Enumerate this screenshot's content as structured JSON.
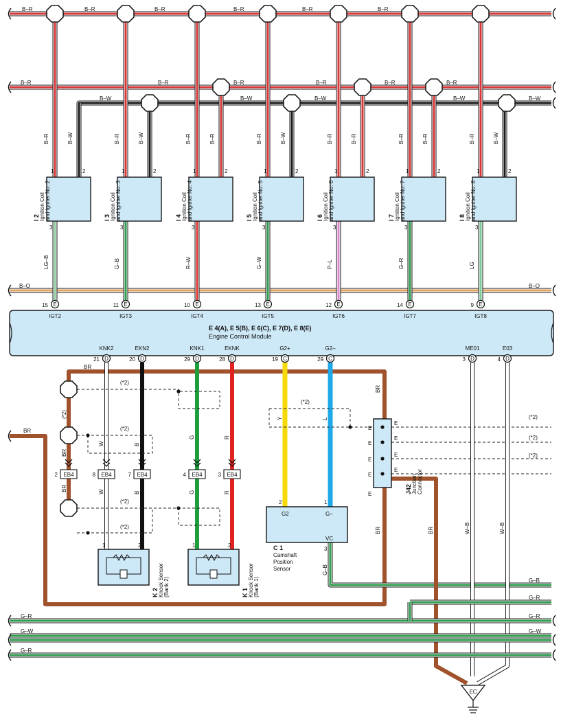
{
  "wire_colors": {
    "B-R": "#d9383a",
    "B-W": "#1a1a1a",
    "B-O": "#e0a060",
    "BR": "#a0522d",
    "LG-B": "#8fcf9f",
    "G-B": "#2e9e4f",
    "R-W": "#e53935",
    "G-W": "#2e9e4f",
    "P-L": "#d88ccc",
    "G-R": "#2e9e4f",
    "LG": "#7fcc9a",
    "G": "#1f9e3d",
    "R": "#e0231f",
    "Y": "#f5d90a",
    "L": "#1ea8e8",
    "W": "#ffffff",
    "W-B": "#ffffff"
  },
  "bus_labels": {
    "br_top": [
      "B–R",
      "B–R",
      "B–R",
      "B–R",
      "B–R",
      "B–R"
    ],
    "br_mid": [
      "B–R",
      "B–R",
      "B–R",
      "B–R",
      "B–R",
      "B–R"
    ],
    "bw_mid": [
      "B–W",
      "B–W",
      "B–W",
      "B–W",
      "B–W"
    ],
    "bo": [
      "B–O",
      "B–O"
    ],
    "bottom": [
      "G–B",
      "G–R",
      "G–R",
      "G–W",
      "G–R",
      "G–W",
      "G–R"
    ]
  },
  "coils": [
    {
      "code": "I 2",
      "line1": "Ignition Coil",
      "line2": "and Igniter No. 2",
      "wire_in1": "B–R",
      "wire_in2": "B–W",
      "wire_out": "LG–B",
      "pin1": "1",
      "pin2": "2",
      "pin3": "3",
      "ecm_pin": "15",
      "ecm_conn": "E",
      "signal": "IGT2"
    },
    {
      "code": "I 3",
      "line1": "Ignition Coil",
      "line2": "and Igniter No. 3",
      "wire_in1": "B–R",
      "wire_in2": "B–W",
      "wire_out": "G–B",
      "pin1": "1",
      "pin2": "2",
      "pin3": "3",
      "ecm_pin": "11",
      "ecm_conn": "E",
      "signal": "IGT3"
    },
    {
      "code": "I 4",
      "line1": "Ignition Coil",
      "line2": "and Igniter No. 4",
      "wire_in1": "B–R",
      "wire_in2": "B–R",
      "wire_out": "R–W",
      "pin1": "1",
      "pin2": "2",
      "pin3": "3",
      "ecm_pin": "10",
      "ecm_conn": "E",
      "signal": "IGT4"
    },
    {
      "code": "I 5",
      "line1": "Ignition Coil",
      "line2": "and Igniter No. 5",
      "wire_in1": "B–R",
      "wire_in2": "B–W",
      "wire_out": "G–W",
      "pin1": "1",
      "pin2": "2",
      "pin3": "3",
      "ecm_pin": "13",
      "ecm_conn": "E",
      "signal": "IGT5"
    },
    {
      "code": "I 6",
      "line1": "Ignition Coil",
      "line2": "and Igniter No. 6",
      "wire_in1": "B–R",
      "wire_in2": "B–R",
      "wire_out": "P–L",
      "pin1": "1",
      "pin2": "2",
      "pin3": "3",
      "ecm_pin": "12",
      "ecm_conn": "E",
      "signal": "IGT6"
    },
    {
      "code": "I 7",
      "line1": "Ignition Coil",
      "line2": "and Igniter No. 7",
      "wire_in1": "B–R",
      "wire_in2": "B–R",
      "wire_out": "G–R",
      "pin1": "1",
      "pin2": "2",
      "pin3": "3",
      "ecm_pin": "14",
      "ecm_conn": "E",
      "signal": "IGT7"
    },
    {
      "code": "I 8",
      "line1": "Ignition Coil",
      "line2": "and Igniter No. 8",
      "wire_in1": "B–R",
      "wire_in2": "B–W",
      "wire_out": "LG",
      "pin1": "1",
      "pin2": "2",
      "pin3": "3",
      "ecm_pin": "9",
      "ecm_conn": "E",
      "signal": "IGT8"
    }
  ],
  "ecm": {
    "title": "E 4(A), E 5(B), E 6(C), E 7(D), E 8(E)",
    "subtitle": "Engine Control Module",
    "bottom_pins": [
      {
        "signal": "KNK2",
        "pin": "21",
        "conn": "D"
      },
      {
        "signal": "EKN2",
        "pin": "20",
        "conn": "D"
      },
      {
        "signal": "KNK1",
        "pin": "29",
        "conn": "D"
      },
      {
        "signal": "EKNK",
        "pin": "28",
        "conn": "D"
      },
      {
        "signal": "G2+",
        "pin": "19",
        "conn": "C"
      },
      {
        "signal": "G2–",
        "pin": "29",
        "conn": "C"
      },
      {
        "signal": "ME01",
        "pin": "3",
        "conn": "D"
      },
      {
        "signal": "E03",
        "pin": "4",
        "conn": "D"
      }
    ]
  },
  "lower": {
    "br_label": "BR",
    "shield_note": "(*2)",
    "eb4": [
      {
        "pin": "2",
        "label": "EB4"
      },
      {
        "pin": "8",
        "label": "EB4"
      },
      {
        "pin": "7",
        "label": "EB4"
      },
      {
        "pin": "4",
        "label": "EB4"
      },
      {
        "pin": "3",
        "label": "EB4"
      }
    ],
    "wire_w": "W",
    "wire_b": "B",
    "wire_g": "G",
    "wire_r": "R",
    "wire_y": "Y",
    "wire_l": "L",
    "wire_wb": "W–B",
    "wire_gb": "G–B"
  },
  "knock2": {
    "code": "K 2",
    "line1": "Knock Sensor",
    "line2": "(Bank 2)",
    "pin1": "1",
    "pin2": "2"
  },
  "knock1": {
    "code": "K 1",
    "line1": "Knock Sensor",
    "line2": "(Bank 1)",
    "pin1": "1",
    "pin2": "2"
  },
  "cam": {
    "code": "C 1",
    "line1": "Camshaft",
    "line2": "Position",
    "line3": "Sensor",
    "g2": "G2",
    "gm": "G–",
    "vc": "VC",
    "pin2": "2",
    "pin1": "1",
    "pin3": "3"
  },
  "jconn": {
    "code": "J42",
    "line1": "Junction",
    "line2": "Connector",
    "e": "E"
  },
  "ground": {
    "label": "EC"
  }
}
